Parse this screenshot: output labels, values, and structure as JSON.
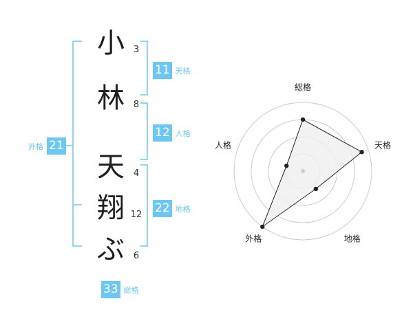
{
  "name": {
    "chars": [
      {
        "char": "小",
        "strokes": "3"
      },
      {
        "char": "林",
        "strokes": "8"
      },
      {
        "char": "天",
        "strokes": "4"
      },
      {
        "char": "翔",
        "strokes": "12"
      },
      {
        "char": "ぶ",
        "strokes": "6"
      }
    ]
  },
  "scores": {
    "tenkaku": {
      "value": "11",
      "label": "天格"
    },
    "jinkaku": {
      "value": "12",
      "label": "人格"
    },
    "chikaku": {
      "value": "22",
      "label": "地格"
    },
    "gaikaku": {
      "value": "21",
      "label": "外格"
    },
    "soukaku": {
      "value": "33",
      "label": "総格"
    }
  },
  "colors": {
    "accent": "#6ec6f2",
    "radar_fill": "#efefef",
    "grid": "#cccccc"
  },
  "chart_data": {
    "type": "radar",
    "axes": [
      "総格",
      "天格",
      "地格",
      "外格",
      "人格"
    ],
    "rings": 4,
    "values": [
      0.75,
      0.9,
      0.32,
      1.0,
      0.25
    ]
  }
}
